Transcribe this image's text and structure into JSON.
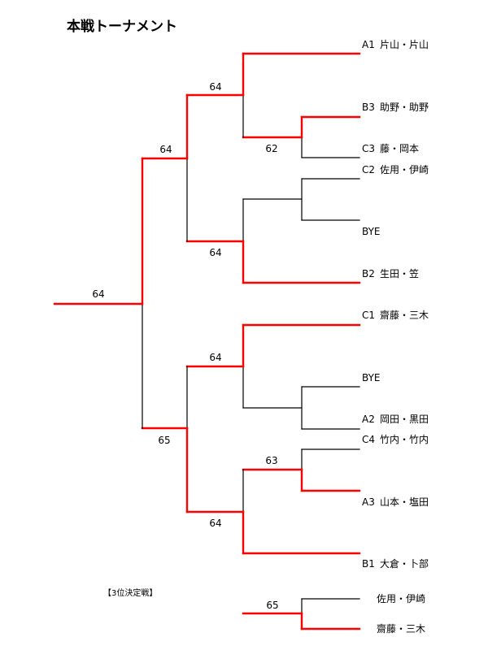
{
  "title": "本戦トーナメント",
  "colors": {
    "winner_line": "#ff0000",
    "loser_line": "#000000"
  },
  "entries": [
    {
      "seed": "A1",
      "name": "片山・片山"
    },
    {
      "seed": "B3",
      "name": "助野・助野"
    },
    {
      "seed": "C3",
      "name": "藤・岡本"
    },
    {
      "seed": "C2",
      "name": "佐用・伊崎"
    },
    {
      "seed": "",
      "name": "BYE"
    },
    {
      "seed": "B2",
      "name": "生田・笠"
    },
    {
      "seed": "C1",
      "name": "齋藤・三木"
    },
    {
      "seed": "",
      "name": "BYE"
    },
    {
      "seed": "A2",
      "name": "岡田・黒田"
    },
    {
      "seed": "C4",
      "name": "竹内・竹内"
    },
    {
      "seed": "A3",
      "name": "山本・塩田"
    },
    {
      "seed": "B1",
      "name": "大倉・卜部"
    }
  ],
  "scores": {
    "r1_b3_c3": "62",
    "r2_a1": "64",
    "r2_b2": "64",
    "sf_top": "64",
    "r2_c1": "64",
    "r1_c4_a3": "63",
    "r2_b1": "64",
    "sf_bottom": "65",
    "final": "64"
  },
  "third_place": {
    "label": "【3位決定戦】",
    "entries": [
      {
        "name": "佐用・伊崎"
      },
      {
        "name": "齋藤・三木"
      }
    ],
    "score": "65"
  }
}
